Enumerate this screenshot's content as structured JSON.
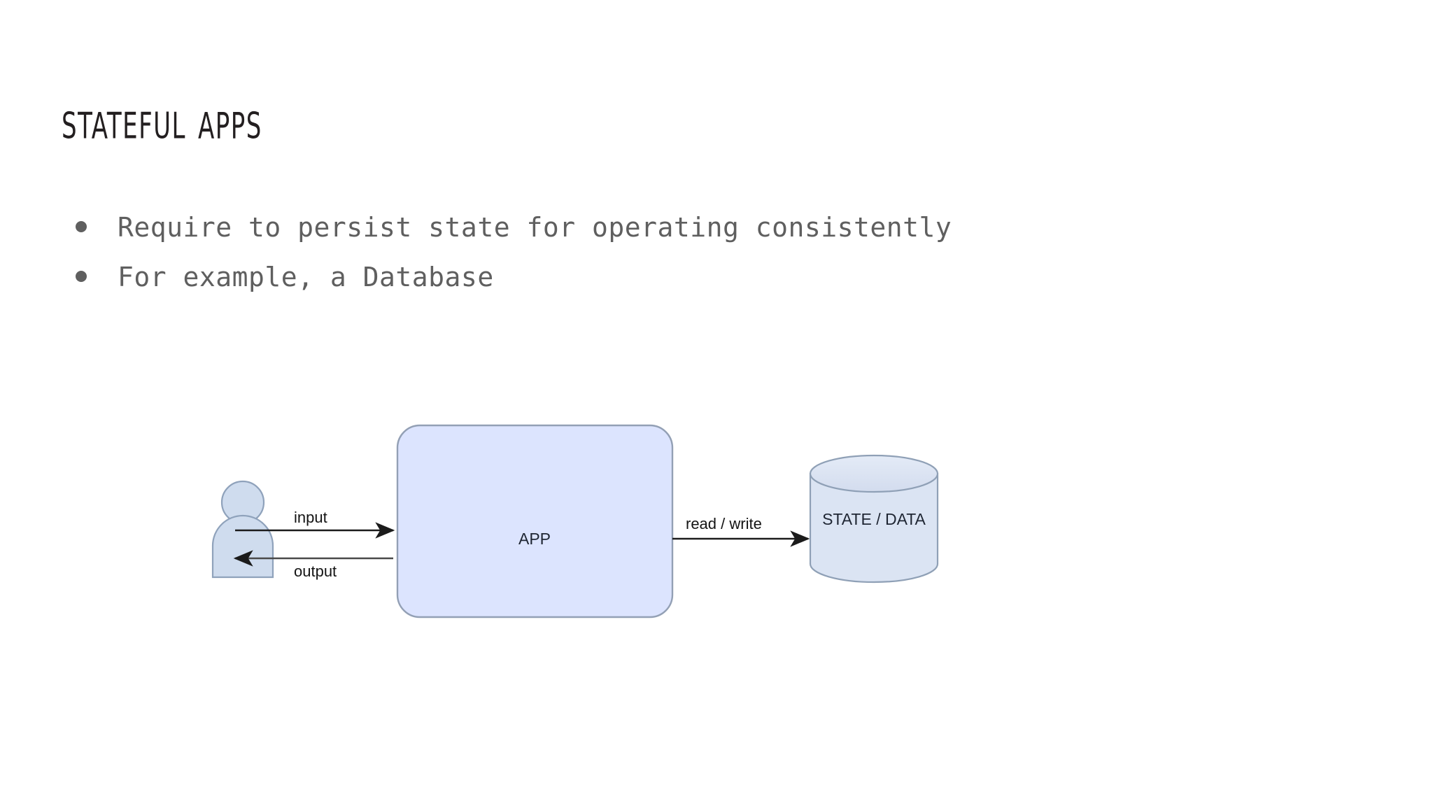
{
  "slide": {
    "title": "Stateful apps",
    "background_color": "#ffffff",
    "bullets": [
      "Require to persist state for operating consistently",
      "For example, a Database"
    ],
    "bullet_color": "#5f5f5f"
  },
  "diagram": {
    "type": "flow",
    "colors": {
      "node_fill": "#dce4fe",
      "node_stroke": "#93a0b5",
      "actor_fill": "#cfdcee",
      "actor_stroke": "#8fa2bb",
      "db_fill": "#dbe4f3",
      "db_stroke": "#8fa0b6",
      "arrow": "#1b1b1b"
    },
    "nodes": {
      "actor": "",
      "app": "APP",
      "database": "STATE / DATA"
    },
    "edges": [
      {
        "label": "input",
        "from": "actor",
        "to": "app",
        "direction": "right"
      },
      {
        "label": "output",
        "from": "app",
        "to": "actor",
        "direction": "left"
      },
      {
        "label": "read / write",
        "from": "app",
        "to": "database",
        "direction": "right"
      }
    ]
  }
}
